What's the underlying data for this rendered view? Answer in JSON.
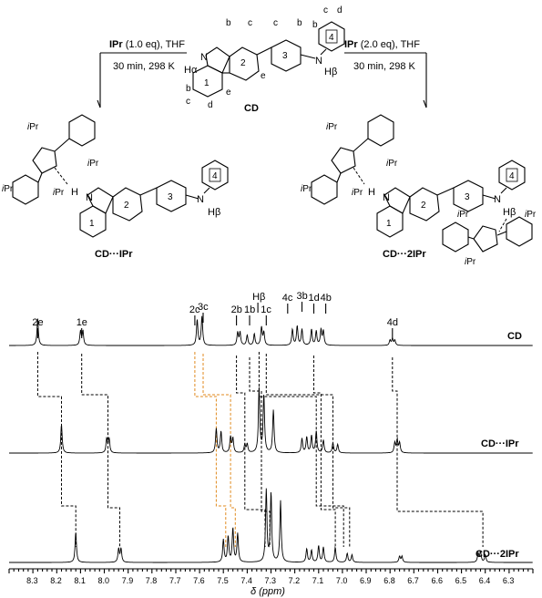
{
  "scheme": {
    "center_compound": "CD",
    "left_arrow": {
      "reagent": "IPr",
      "amount": " (1.0 eq), THF",
      "conditions": "30 min, 298 K"
    },
    "right_arrow": {
      "reagent": "IPr",
      "amount": " (2.0 eq), THF",
      "conditions": "30 min, 298 K"
    },
    "product_left": "CD···IPr",
    "product_right": "CD···2IPr",
    "atom_labels": {
      "n": "N",
      "h_alpha": "Hα",
      "h_beta": "Hβ",
      "h": "H",
      "ipr": "iPr",
      "ipr_sup": "i",
      "ipr_base": "Pr"
    },
    "ring_numbers": [
      "1",
      "2",
      "3",
      "4"
    ],
    "proton_letters": [
      "b",
      "c",
      "d",
      "e"
    ]
  },
  "chart_data": {
    "type": "line",
    "title": "",
    "xlabel": "δ (ppm)",
    "xlim": [
      8.4,
      6.2
    ],
    "x_reversed": true,
    "x_ticks": [
      8.3,
      8.2,
      8.1,
      8.0,
      7.9,
      7.8,
      7.7,
      7.6,
      7.5,
      7.4,
      7.3,
      7.2,
      7.1,
      7.0,
      6.9,
      6.8,
      6.7,
      6.6,
      6.5,
      6.4,
      6.3
    ],
    "x_tick_labels": [
      "8.3",
      "8.2",
      "8.1",
      "8.0",
      "7.9",
      "7.8",
      "7.7",
      "7.6",
      "7.5",
      "7.4",
      "7.3",
      "7.2",
      "7.1",
      "7.0",
      "6.9",
      "6.8",
      "6.7",
      "6.6",
      "6.5",
      "6.4",
      "6.3"
    ],
    "series": [
      {
        "name": "CD",
        "peaks": [
          {
            "ppm": 8.28,
            "h": 0.42
          },
          {
            "ppm": 8.1,
            "h": 0.22
          },
          {
            "ppm": 8.09,
            "h": 0.22
          },
          {
            "ppm": 7.61,
            "h": 0.4
          },
          {
            "ppm": 7.59,
            "h": 0.45
          },
          {
            "ppm": 7.44,
            "h": 0.2
          },
          {
            "ppm": 7.43,
            "h": 0.2
          },
          {
            "ppm": 7.4,
            "h": 0.16
          },
          {
            "ppm": 7.37,
            "h": 0.18
          },
          {
            "ppm": 7.34,
            "h": 0.28
          },
          {
            "ppm": 7.33,
            "h": 0.2
          },
          {
            "ppm": 7.21,
            "h": 0.25
          },
          {
            "ppm": 7.19,
            "h": 0.3
          },
          {
            "ppm": 7.17,
            "h": 0.25
          },
          {
            "ppm": 7.13,
            "h": 0.25
          },
          {
            "ppm": 7.11,
            "h": 0.22
          },
          {
            "ppm": 7.09,
            "h": 0.24
          },
          {
            "ppm": 7.08,
            "h": 0.22
          },
          {
            "ppm": 6.8,
            "h": 0.08
          },
          {
            "ppm": 6.79,
            "h": 0.1
          },
          {
            "ppm": 6.78,
            "h": 0.08
          }
        ]
      },
      {
        "name": "CD···IPr",
        "peaks": [
          {
            "ppm": 8.18,
            "h": 0.4
          },
          {
            "ppm": 7.99,
            "h": 0.2
          },
          {
            "ppm": 7.98,
            "h": 0.2
          },
          {
            "ppm": 7.53,
            "h": 0.34
          },
          {
            "ppm": 7.51,
            "h": 0.3
          },
          {
            "ppm": 7.47,
            "h": 0.22
          },
          {
            "ppm": 7.46,
            "h": 0.2
          },
          {
            "ppm": 7.41,
            "h": 0.12
          },
          {
            "ppm": 7.4,
            "h": 0.12
          },
          {
            "ppm": 7.35,
            "h": 0.9
          },
          {
            "ppm": 7.33,
            "h": 0.8
          },
          {
            "ppm": 7.29,
            "h": 0.6
          },
          {
            "ppm": 7.17,
            "h": 0.2
          },
          {
            "ppm": 7.15,
            "h": 0.22
          },
          {
            "ppm": 7.13,
            "h": 0.24
          },
          {
            "ppm": 7.11,
            "h": 0.3
          },
          {
            "ppm": 7.08,
            "h": 0.18
          },
          {
            "ppm": 7.04,
            "h": 0.14
          },
          {
            "ppm": 7.02,
            "h": 0.12
          },
          {
            "ppm": 6.78,
            "h": 0.14
          },
          {
            "ppm": 6.77,
            "h": 0.18
          },
          {
            "ppm": 6.76,
            "h": 0.14
          }
        ]
      },
      {
        "name": "CD···2IPr",
        "peaks": [
          {
            "ppm": 8.12,
            "h": 0.4
          },
          {
            "ppm": 7.94,
            "h": 0.18
          },
          {
            "ppm": 7.93,
            "h": 0.18
          },
          {
            "ppm": 7.5,
            "h": 0.3
          },
          {
            "ppm": 7.48,
            "h": 0.34
          },
          {
            "ppm": 7.46,
            "h": 0.45
          },
          {
            "ppm": 7.44,
            "h": 0.38
          },
          {
            "ppm": 7.32,
            "h": 0.96
          },
          {
            "ppm": 7.3,
            "h": 0.92
          },
          {
            "ppm": 7.26,
            "h": 0.82
          },
          {
            "ppm": 7.15,
            "h": 0.18
          },
          {
            "ppm": 7.13,
            "h": 0.16
          },
          {
            "ppm": 7.1,
            "h": 0.22
          },
          {
            "ppm": 7.08,
            "h": 0.2
          },
          {
            "ppm": 7.03,
            "h": 0.2
          },
          {
            "ppm": 6.98,
            "h": 0.12
          },
          {
            "ppm": 6.96,
            "h": 0.1
          },
          {
            "ppm": 6.76,
            "h": 0.08
          },
          {
            "ppm": 6.75,
            "h": 0.08
          },
          {
            "ppm": 6.43,
            "h": 0.12
          },
          {
            "ppm": 6.42,
            "h": 0.14
          },
          {
            "ppm": 6.4,
            "h": 0.1
          }
        ]
      }
    ],
    "annotations": [
      {
        "text": "2e",
        "ppm": 8.28
      },
      {
        "text": "1e",
        "ppm": 8.095
      },
      {
        "text": "2c",
        "ppm": 7.62
      },
      {
        "text": "3c",
        "ppm": 7.585
      },
      {
        "text": "2b",
        "ppm": 7.445
      },
      {
        "text": "1b",
        "ppm": 7.39
      },
      {
        "text": "Hβ",
        "ppm": 7.355
      },
      {
        "text": "1c",
        "ppm": 7.32
      },
      {
        "text": "4c",
        "ppm": 7.23
      },
      {
        "text": "3b",
        "ppm": 7.17
      },
      {
        "text": "1d",
        "ppm": 7.12
      },
      {
        "text": "4b",
        "ppm": 7.07
      },
      {
        "text": "4d",
        "ppm": 6.79
      }
    ],
    "correlations_black": [
      [
        8.28,
        8.18,
        8.12
      ],
      [
        8.095,
        7.985,
        7.935
      ],
      [
        7.445,
        7.41,
        7.325
      ],
      [
        7.39,
        7.34,
        7.305
      ],
      [
        7.35,
        7.11,
        6.995
      ],
      [
        7.32,
        7.04,
        6.97
      ],
      [
        7.12,
        7.09,
        7.03
      ],
      [
        6.79,
        6.77,
        6.41
      ]
    ],
    "correlations_orange": [
      [
        7.62,
        7.53,
        7.49
      ],
      [
        7.585,
        7.47,
        7.45
      ]
    ]
  }
}
